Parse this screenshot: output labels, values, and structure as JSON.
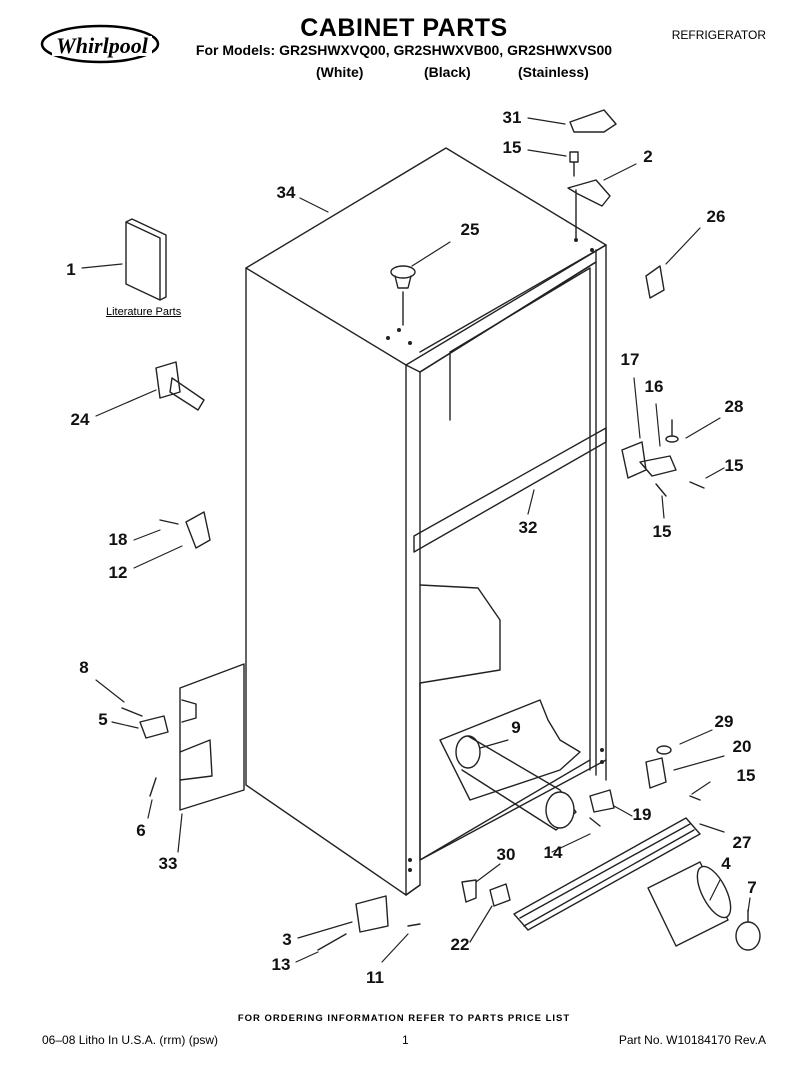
{
  "header": {
    "brand": "Whirlpool",
    "title": "CABINET PARTS",
    "models_line": "For Models: GR2SHWXVQ00, GR2SHWXVB00, GR2SHWXVS00",
    "variants": [
      "(White)",
      "(Black)",
      "(Stainless)"
    ],
    "product": "REFRIGERATOR"
  },
  "diagram": {
    "literature_label": "Literature Parts",
    "callouts": [
      {
        "id": "34",
        "label": "34"
      },
      {
        "id": "31",
        "label": "31"
      },
      {
        "id": "15a",
        "label": "15"
      },
      {
        "id": "2",
        "label": "2"
      },
      {
        "id": "25",
        "label": "25"
      },
      {
        "id": "26",
        "label": "26"
      },
      {
        "id": "1",
        "label": "1"
      },
      {
        "id": "17",
        "label": "17"
      },
      {
        "id": "16",
        "label": "16"
      },
      {
        "id": "28",
        "label": "28"
      },
      {
        "id": "15b",
        "label": "15"
      },
      {
        "id": "24",
        "label": "24"
      },
      {
        "id": "32",
        "label": "32"
      },
      {
        "id": "15c",
        "label": "15"
      },
      {
        "id": "18",
        "label": "18"
      },
      {
        "id": "12",
        "label": "12"
      },
      {
        "id": "8",
        "label": "8"
      },
      {
        "id": "5",
        "label": "5"
      },
      {
        "id": "9",
        "label": "9"
      },
      {
        "id": "29",
        "label": "29"
      },
      {
        "id": "20",
        "label": "20"
      },
      {
        "id": "15d",
        "label": "15"
      },
      {
        "id": "6",
        "label": "6"
      },
      {
        "id": "19",
        "label": "19"
      },
      {
        "id": "27",
        "label": "27"
      },
      {
        "id": "14",
        "label": "14"
      },
      {
        "id": "33",
        "label": "33"
      },
      {
        "id": "30",
        "label": "30"
      },
      {
        "id": "4",
        "label": "4"
      },
      {
        "id": "7",
        "label": "7"
      },
      {
        "id": "3",
        "label": "3"
      },
      {
        "id": "22",
        "label": "22"
      },
      {
        "id": "13",
        "label": "13"
      },
      {
        "id": "11",
        "label": "11"
      }
    ]
  },
  "footer": {
    "order_note": "FOR ORDERING INFORMATION REFER TO PARTS PRICE LIST",
    "litho": "06–08 Litho In U.S.A. (rrm) (psw)",
    "page": "1",
    "part_no": "Part No. W10184170 Rev.A"
  }
}
